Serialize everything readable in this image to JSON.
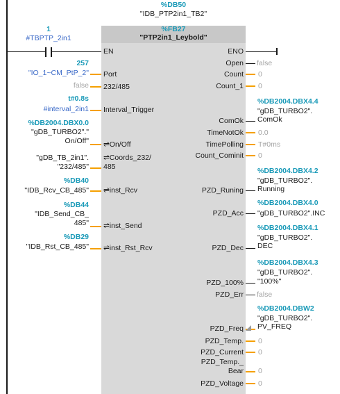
{
  "header": {
    "db": "%DB50",
    "db_name": "\"IDB_PTP2in1_TB2\"",
    "fb": "%FB27",
    "fb_name": "\"PTP2in1_Leybold\""
  },
  "en_contact": {
    "address": "1",
    "tag": "#TBPTP_2in1"
  },
  "pins_left": {
    "en": "EN",
    "port": "Port",
    "p232": "232/485",
    "interval": "Interval_Trigger",
    "onoff": "⇌On/Off",
    "coords_1": "⇌Coords_232/",
    "coords_2": "485",
    "rcv": "⇌inst_Rcv",
    "send": "⇌inst_Send",
    "rst": "⇌inst_Rst_Rcv"
  },
  "inputs": {
    "port_addr": "257",
    "port_tag": "\"IO_1~CM_PtP_2\"",
    "p232_val": "false",
    "interval_addr": "t#0.8s",
    "interval_tag": "#interval_2in1",
    "onoff_addr": "%DB2004.DBX0.0",
    "onoff_tag_1": "\"gDB_TURBO2\".\"",
    "onoff_tag_2": "On/Off\"",
    "coords_tag_1": "\"gDB_TB_2in1\".",
    "coords_tag_2": "\"232/485\"",
    "rcv_addr": "%DB40",
    "rcv_tag": "\"IDB_Rcv_CB_485\"",
    "send_addr": "%DB44",
    "send_tag_1": "\"IDB_Send_CB_",
    "send_tag_2": "485\"",
    "rst_addr": "%DB29",
    "rst_tag": "\"IDB_Rst_CB_485\""
  },
  "pins_right": {
    "eno": "ENO",
    "open": "Open",
    "count": "Count",
    "count1": "Count_1",
    "comok": "ComOk",
    "timenotok": "TimeNotOk",
    "timepolling": "TimePolling",
    "count_cominit": "Count_Cominit",
    "pzd_runing": "PZD_Runing",
    "pzd_acc": "PZD_Acc",
    "pzd_dec": "PZD_Dec",
    "pzd_100": "PZD_100%",
    "pzd_err": "PZD_Err",
    "pzd_freq": "PZD_Freq",
    "pzd_temp": "PZD_Temp.",
    "pzd_current": "PZD_Current",
    "pzd_tempbear_1": "PZD_Temp._",
    "pzd_tempbear_2": "Bear",
    "pzd_voltage": "PZD_Voltage"
  },
  "outputs": {
    "open_val": "false",
    "count_val": "0",
    "count1_val": "0",
    "comok_addr": "%DB2004.DBX4.4",
    "comok_tag_1": "\"gDB_TURBO2\".",
    "comok_tag_2": "ComOk",
    "timenotok_val": "0.0",
    "timepolling_val": "T#0ms",
    "count_cominit_val": "0",
    "runing_addr": "%DB2004.DBX4.2",
    "runing_tag_1": "\"gDB_TURBO2\".",
    "runing_tag_2": "Running",
    "acc_addr": "%DB2004.DBX4.0",
    "acc_tag": "\"gDB_TURBO2\".INC",
    "dec_addr": "%DB2004.DBX4.1",
    "dec_tag_1": "\"gDB_TURBO2\".",
    "dec_tag_2": "DEC",
    "p100_addr": "%DB2004.DBX4.3",
    "p100_tag_1": "\"gDB_TURBO2\".",
    "p100_tag_2": "\"100%\"",
    "err_val": "false",
    "freq_addr": "%DB2004.DBW2",
    "freq_tag_1": "\"gDB_TURBO2\".",
    "freq_tag_2": "PV_FREQ",
    "temp_val": "0",
    "current_val": "0",
    "tempbear_val": "0",
    "voltage_val": "0"
  },
  "colors": {
    "accent_teal": "#1a9ab8",
    "tag_blue": "#3a69c8",
    "value_gray": "#a4a4a4",
    "wire_orange": "#f5a000",
    "block_gray": "#d9d9d9"
  }
}
